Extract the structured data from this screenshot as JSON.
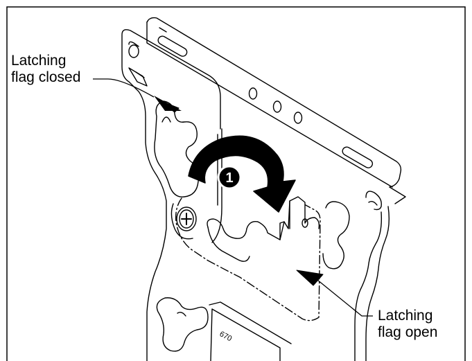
{
  "figure": {
    "callout_closed": [
      "Latching",
      "flag closed"
    ],
    "callout_open": [
      "Latching",
      "flag open"
    ],
    "step_number": "1",
    "part_marking": "670"
  }
}
